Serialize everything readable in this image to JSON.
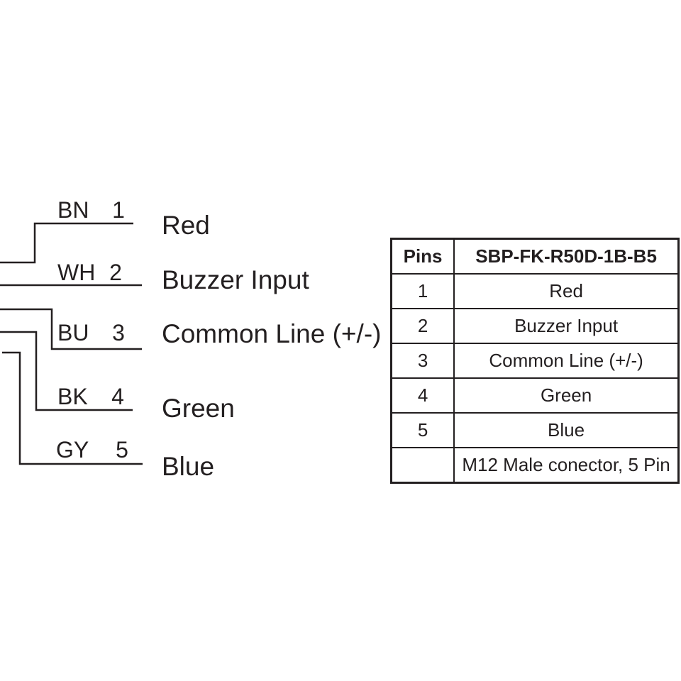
{
  "diagram": {
    "wires": [
      {
        "code": "BN",
        "pin": "1",
        "label": "Red"
      },
      {
        "code": "WH",
        "pin": "2",
        "label": "Buzzer Input"
      },
      {
        "code": "BU",
        "pin": "3",
        "label": "Common Line (+/-)"
      },
      {
        "code": "BK",
        "pin": "4",
        "label": "Green"
      },
      {
        "code": "GY",
        "pin": "5",
        "label": "Blue"
      }
    ]
  },
  "table": {
    "header": {
      "pins_label": "Pins",
      "model_label": "SBP-FK-R50D-1B-B5"
    },
    "rows": [
      {
        "pin": "1",
        "description": "Red"
      },
      {
        "pin": "2",
        "description": "Buzzer Input"
      },
      {
        "pin": "3",
        "description": "Common Line (+/-)"
      },
      {
        "pin": "4",
        "description": "Green"
      },
      {
        "pin": "5",
        "description": "Blue"
      },
      {
        "pin": "",
        "description": "M12 Male conector, 5 Pin"
      }
    ]
  },
  "colors": {
    "ink": "#231f20",
    "background": "#ffffff"
  }
}
